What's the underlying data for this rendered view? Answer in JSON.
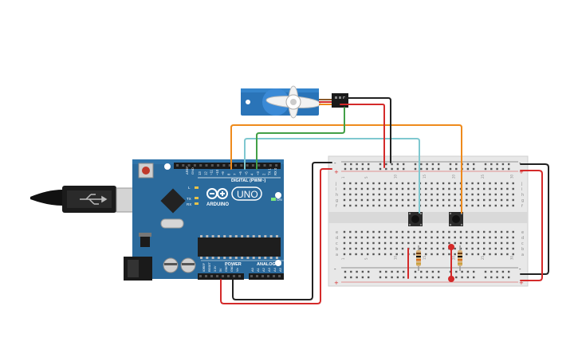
{
  "arduino": {
    "brand": "ARDUINO",
    "model": "UNO",
    "digital_label": "DIGITAL (PWM~)",
    "power_label": "POWER",
    "analog_label": "ANALOG IN",
    "on_label": "ON",
    "tx_label": "TX",
    "rx_label": "RX",
    "l_label": "L",
    "aref_label": "AREF",
    "gnd_label": "GND",
    "digital_pins": [
      "13",
      "12",
      "~11",
      "~10",
      "~9",
      "8",
      "7",
      "~6",
      "~5",
      "4",
      "~3",
      "2",
      "TX 1",
      "RX 0"
    ],
    "power_pins": [
      "IOREF",
      "RESET",
      "3.3V",
      "5V",
      "GND",
      "GND",
      "Vin"
    ],
    "analog_pins": [
      "A0",
      "A1",
      "A2",
      "A3",
      "A4",
      "A5"
    ]
  },
  "breadboard": {
    "row_letters_top": [
      "j",
      "i",
      "h",
      "g",
      "f"
    ],
    "row_letters_bottom": [
      "e",
      "d",
      "c",
      "b",
      "a"
    ],
    "rail_plus": "+",
    "rail_minus": "-",
    "column_numbers": [
      "1",
      "",
      "",
      "",
      "5",
      "",
      "",
      "",
      "",
      "10",
      "",
      "",
      "",
      "",
      "15",
      "",
      "",
      "",
      "",
      "20",
      "",
      "",
      "",
      "",
      "25",
      "",
      "",
      "",
      "",
      "30"
    ]
  },
  "colors": {
    "board": "#2b6a9c",
    "board_dark": "#1f557f",
    "wire_red": "#d42a2a",
    "wire_black": "#222222",
    "wire_orange": "#ee8a1c",
    "wire_cyan": "#7fc8d0",
    "wire_green": "#43a047",
    "servo": "#2a74b8",
    "breadboard": "#e8e8e8"
  },
  "components": [
    "arduino-uno",
    "breadboard",
    "micro-servo",
    "pushbutton",
    "pushbutton",
    "resistor",
    "resistor",
    "usb-cable"
  ]
}
